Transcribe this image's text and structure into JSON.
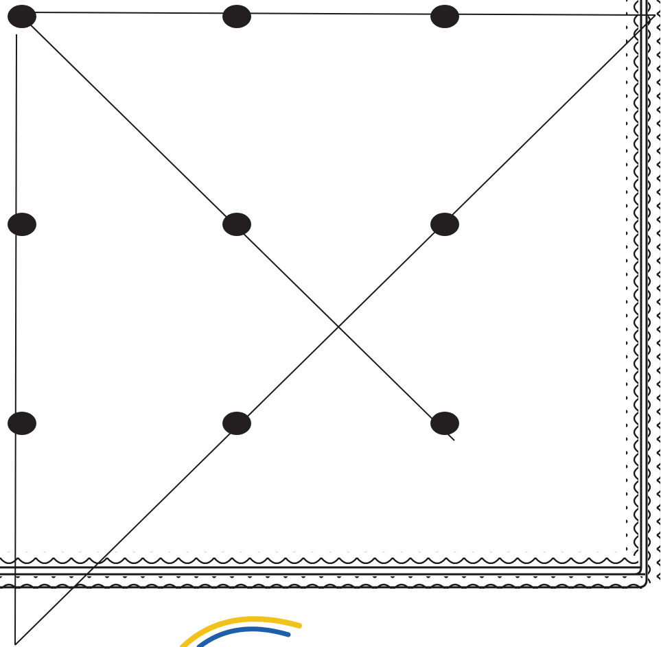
{
  "colors": {
    "background": "#ffffff",
    "ink": "#1a1a1a",
    "dot": "#231f20",
    "logo_yellow": "#f2c21b",
    "logo_blue": "#1f5fa8"
  },
  "puzzle": {
    "grid_rows": 3,
    "grid_cols": 3,
    "dot_count": 9,
    "solution_line_count": 4
  },
  "decoration": {
    "frame_style": "scalloped-border",
    "logo_icon": "swoosh-logo-icon"
  }
}
